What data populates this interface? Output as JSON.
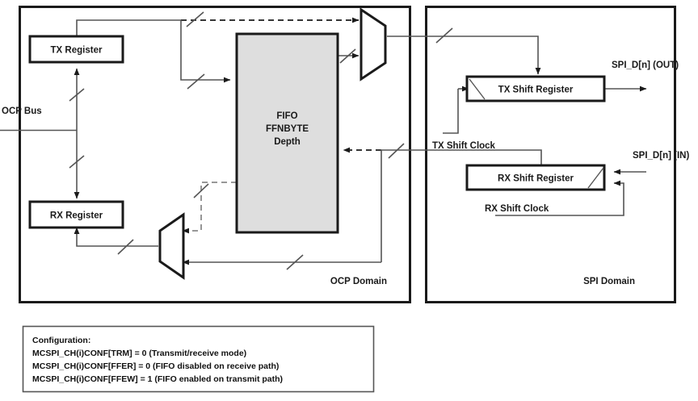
{
  "diagram": {
    "title": "McSPI FIFO transmit-only buffer block diagram",
    "domains": [
      {
        "id": "ocp",
        "label": "OCP Domain"
      },
      {
        "id": "spi",
        "label": "SPI Domain"
      }
    ],
    "blocks": [
      {
        "id": "tx_register",
        "label": "TX Register"
      },
      {
        "id": "rx_register",
        "label": "RX Register"
      },
      {
        "id": "fifo",
        "label_line1": "FIFO",
        "label_line2": "FFNBYTE",
        "label_line3": "Depth"
      },
      {
        "id": "tx_shift_register",
        "label": "TX Shift Register"
      },
      {
        "id": "rx_shift_register",
        "label": "RX Shift Register"
      }
    ],
    "muxes": [
      {
        "id": "tx_mux",
        "orientation": "left-wide"
      },
      {
        "id": "rx_mux",
        "orientation": "right-wide"
      }
    ],
    "signals": [
      {
        "id": "ocp_bus",
        "label": "OCP Bus"
      },
      {
        "id": "spi_d_out",
        "label": "SPI_D[n] (OUT)"
      },
      {
        "id": "spi_d_in",
        "label": "SPI_D[n] (IN)"
      },
      {
        "id": "tx_shift_clock",
        "label": "TX Shift Clock"
      },
      {
        "id": "rx_shift_clock",
        "label": "RX Shift Clock"
      }
    ],
    "colors": {
      "outline": "#1a1a1a",
      "fifo_fill": "#dedede",
      "wire_solid": "#555555",
      "wire_dark": "#1a1a1a",
      "background": "#ffffff"
    }
  },
  "configuration": {
    "heading": "Configuration:",
    "lines": [
      "MCSPI_CH(i)CONF[TRM] = 0 (Transmit/receive mode)",
      "MCSPI_CH(i)CONF[FFER] = 0 (FIFO disabled on receive path)",
      "MCSPI_CH(i)CONF[FFEW] = 1 (FIFO enabled on transmit path)"
    ]
  }
}
